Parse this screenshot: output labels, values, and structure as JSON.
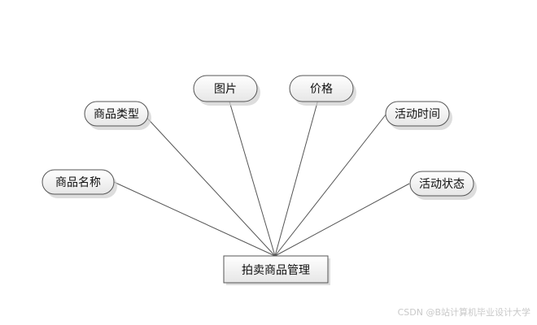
{
  "diagram": {
    "entity": "拍卖商品管理",
    "attributes": [
      "商品名称",
      "商品类型",
      "图片",
      "价格",
      "活动时间",
      "活动状态"
    ]
  },
  "watermark": "CSDN @B站计算机毕业设计大学"
}
